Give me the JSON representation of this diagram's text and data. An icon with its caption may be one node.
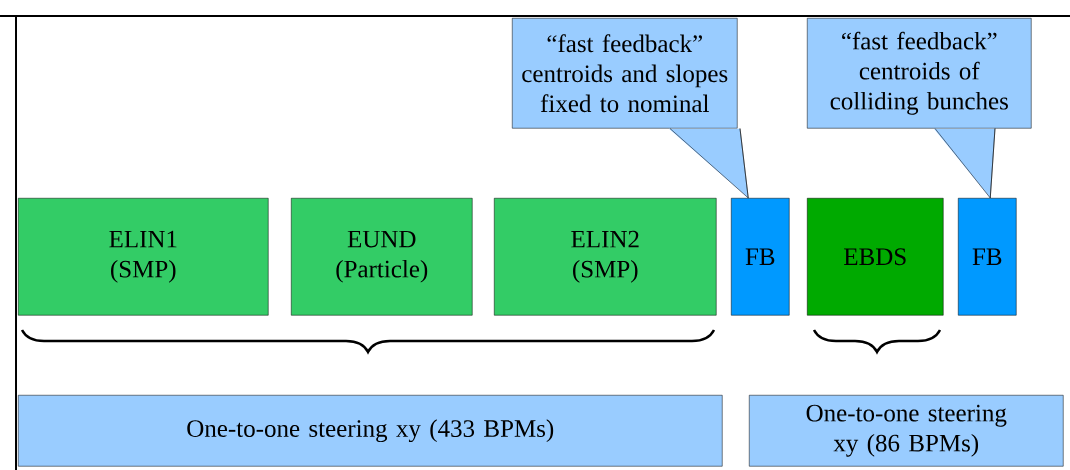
{
  "diagram": {
    "nodes": [
      {
        "text": [
          "ELIN1 (SMP)"
        ]
      },
      {
        "text": [
          "EUND (Particle)"
        ]
      },
      {
        "text": [
          "ELIN2 (SMP)"
        ]
      },
      {
        "text": [
          "FB"
        ]
      },
      {
        "text": [
          "EBDS"
        ]
      },
      {
        "text": [
          "FB"
        ]
      },
      {
        "text": [
          "“fast feedback” centroids and slopes fixed to nominal"
        ]
      },
      {
        "text": [
          "“fast feedback” centroids of colliding bunches"
        ]
      },
      {
        "text": [
          "One-to-one steering xy (433 BPMs)"
        ]
      },
      {
        "text": [
          "One-to-one steering xy (86 BPMs)"
        ]
      }
    ],
    "edges": [
      {
        "from": 6,
        "to": 3,
        "arrow": "none"
      },
      {
        "from": 7,
        "to": 5,
        "arrow": "none"
      }
    ]
  }
}
